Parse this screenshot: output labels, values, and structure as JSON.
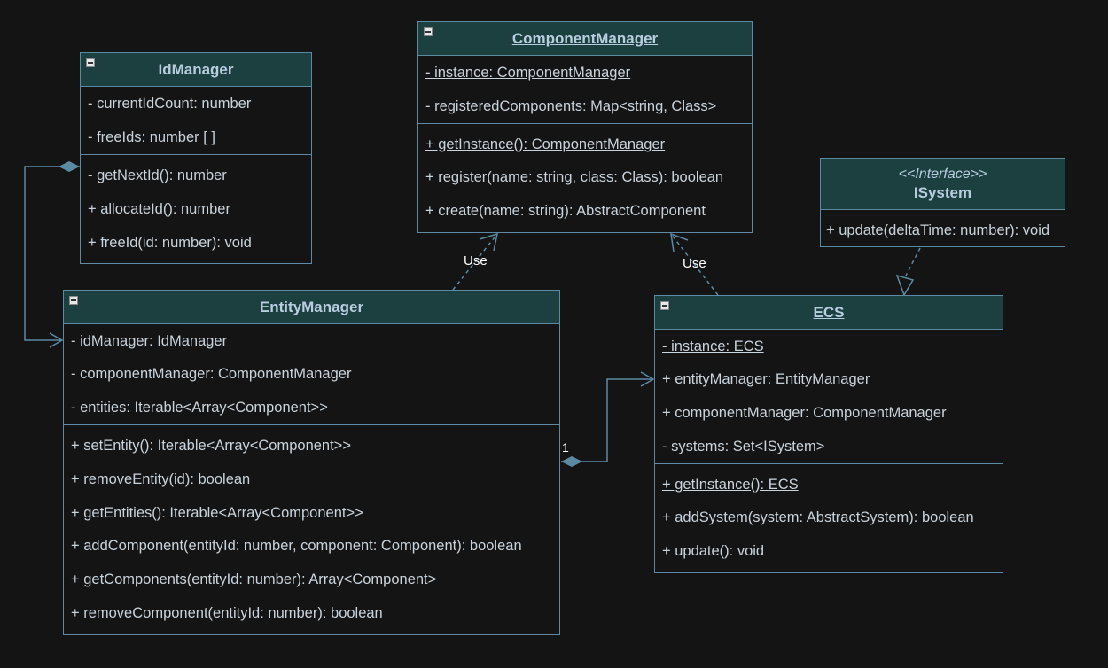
{
  "classes": {
    "idmanager": {
      "name": "IdManager",
      "attributes": [
        "- currentIdCount: number",
        "- freeIds: number [ ]"
      ],
      "methods": [
        "- getNextId(): number",
        "+ allocateId(): number",
        "+ freeId(id: number): void"
      ]
    },
    "componentmanager": {
      "name": "ComponentManager",
      "attributes": [
        "- instance: ComponentManager",
        "- registeredComponents: Map<string, Class>"
      ],
      "methods": [
        "+ getInstance(): ComponentManager",
        "+ register(name: string, class: Class): boolean",
        "+ create(name: string): AbstractComponent"
      ]
    },
    "isystem": {
      "stereotype": "<<Interface>>",
      "name": "ISystem",
      "attributes": [],
      "methods": [
        "+ update(deltaTime: number): void"
      ]
    },
    "entitymanager": {
      "name": "EntityManager",
      "attributes": [
        "- idManager: IdManager",
        "- componentManager: ComponentManager",
        "- entities: Iterable<Array<Component>>"
      ],
      "methods": [
        "+ setEntity(): Iterable<Array<Component>>",
        "+ removeEntity(id): boolean",
        "+ getEntities(): Iterable<Array<Component>>",
        "+ addComponent(entityId: number, component: Component): boolean",
        "+ getComponents(entityId: number): Array<Component>",
        "+ removeComponent(entityId: number): boolean"
      ]
    },
    "ecs": {
      "name": "ECS",
      "attributes": [
        "- instance: ECS",
        "+ entityManager: EntityManager",
        "+ componentManager: ComponentManager",
        "- systems: Set<ISystem>"
      ],
      "methods": [
        "+ getInstance(): ECS",
        "+ addSystem(system: AbstractSystem): boolean",
        "+ update(): void"
      ]
    }
  },
  "relations": {
    "use_label_1": "Use",
    "use_label_2": "Use",
    "multiplicity_id": "1",
    "multiplicity_entity": "1"
  },
  "colors": {
    "background": "#141414",
    "header": "#1c4040",
    "border": "#5d8aa3",
    "text": "#c9d3dc"
  }
}
